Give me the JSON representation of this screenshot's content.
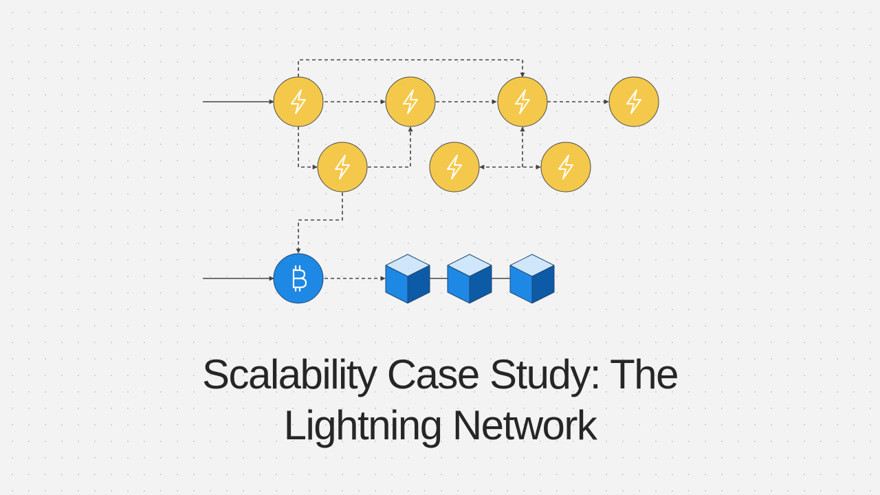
{
  "title": {
    "line1": "Scalability Case Study: The",
    "line2": "Lightning Network"
  },
  "colors": {
    "background": "#f3f3f3",
    "lightning_node": "#f4c84a",
    "bitcoin_node": "#1e88e5",
    "block_front": "#1e88e5",
    "block_top": "#cfe6fb",
    "block_side": "#0d5aa7",
    "edge": "#444444",
    "title": "#262626"
  },
  "diagram": {
    "lightning_nodes": [
      "lightning-node-1",
      "lightning-node-2",
      "lightning-node-3",
      "lightning-node-4",
      "lightning-node-5",
      "lightning-node-6",
      "lightning-node-7"
    ],
    "lightning_icon": "lightning-bolt-icon",
    "bitcoin_node": "bitcoin-node",
    "bitcoin_icon": "bitcoin-icon",
    "blocks": [
      "block-1",
      "block-2",
      "block-3"
    ],
    "block_icon": "cube-icon"
  }
}
